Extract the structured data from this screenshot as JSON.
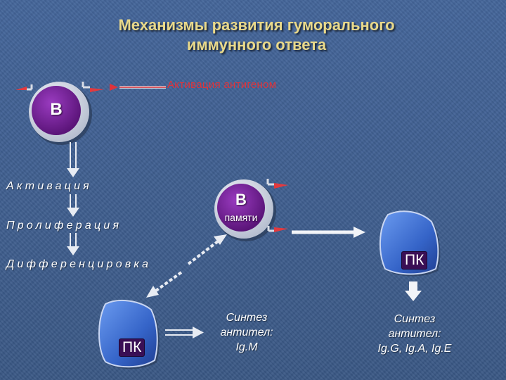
{
  "title": {
    "line1": "Механизмы развития гуморального",
    "line2": "иммунного ответа"
  },
  "antigen_activation": "Активация антигеном",
  "stages": {
    "activation": "Активация",
    "proliferation": "Пролиферация",
    "differentiation": "Дифференцировка"
  },
  "cells": {
    "b_cell": "В",
    "memory_b": "В",
    "memory_b_sub": "памяти",
    "plasma_1": "ПК",
    "plasma_2": "ПК"
  },
  "synthesis": {
    "first": {
      "line1": "Синтез",
      "line2": "антител:",
      "line3": "Ig.M"
    },
    "second": {
      "line1": "Синтез",
      "line2": "антител:",
      "line3": "Ig.G, Ig.A, Ig.E"
    }
  },
  "colors": {
    "background": "#3f5f8c",
    "title": "#e9d98a",
    "accent_red": "#e0333a",
    "cell_purple": "#7a1f9b",
    "plasma_blue": "#3a6cd1"
  }
}
